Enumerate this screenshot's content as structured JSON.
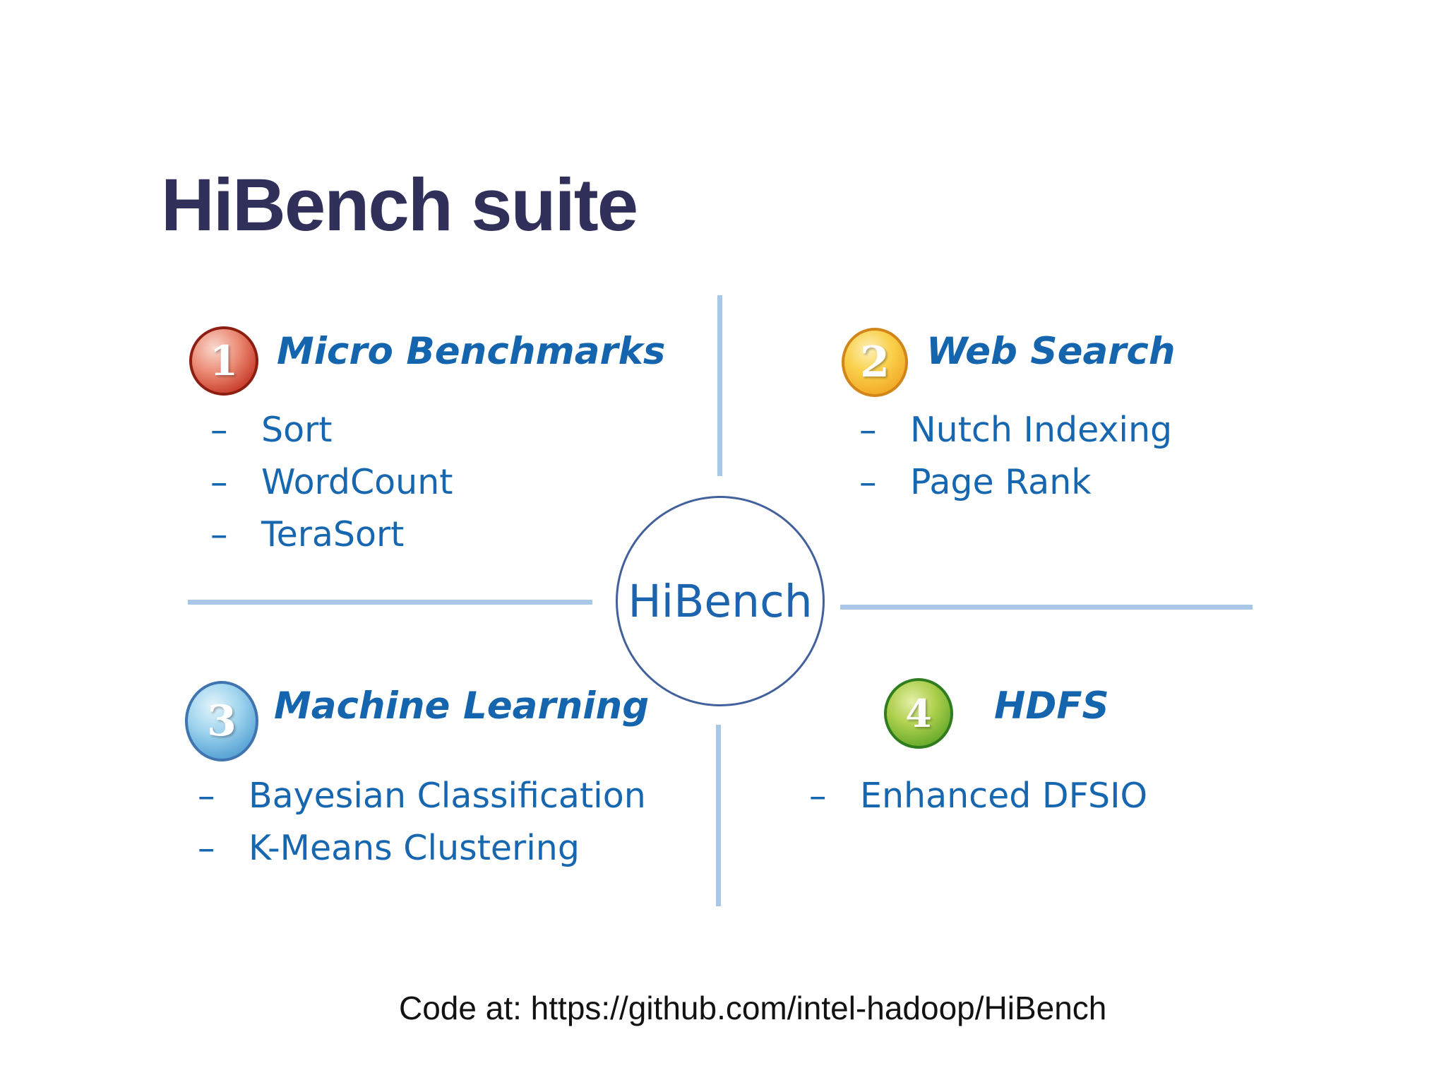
{
  "slide": {
    "title": "HiBench suite",
    "center_label": "HiBench",
    "bullet": "–",
    "footer": "Code at: https://github.com/intel-hadoop/HiBench",
    "quadrants": [
      {
        "number": "1",
        "name": "Micro Benchmarks",
        "items": [
          "Sort",
          "WordCount",
          "TeraSort"
        ]
      },
      {
        "number": "2",
        "name": "Web Search",
        "items": [
          "Nutch Indexing",
          "Page Rank"
        ]
      },
      {
        "number": "3",
        "name": "Machine Learning",
        "items": [
          "Bayesian Classification",
          "K-Means Clustering"
        ]
      },
      {
        "number": "4",
        "name": "HDFS",
        "items": [
          "Enhanced DFSIO"
        ]
      }
    ],
    "colors": {
      "title_text": "#31305A",
      "heading_blue": "#1565AE",
      "item_blue": "#1767B0",
      "center_text": "#1C64AE",
      "circle_border": "#42619C",
      "divider_blue": "#A9C7E7",
      "footer_text": "#121212",
      "badge_red": "#C23B2A",
      "badge_gold": "#F5B32D",
      "badge_blue": "#64ABD9",
      "badge_green": "#76B132"
    }
  }
}
